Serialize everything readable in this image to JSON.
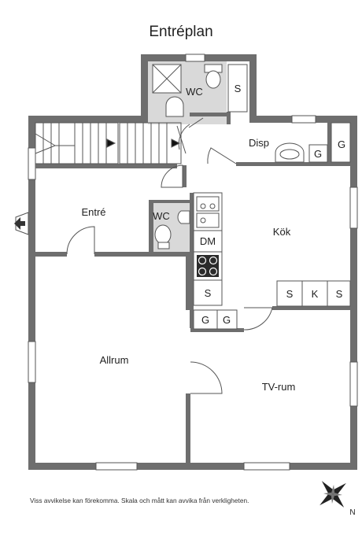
{
  "title": "Entréplan",
  "disclaimer": "Viss avvikelse kan förekomma. Skala och mått kan avvika från verkligheten.",
  "rooms": {
    "wc_upper": "WC",
    "storage_upper": "S",
    "disp": "Disp",
    "g_disp1": "G",
    "g_disp2": "G",
    "entre": "Entré",
    "wc_lower": "WC",
    "dm": "DM",
    "kok": "Kök",
    "s_kitchen_left": "S",
    "s_kitchen_right1": "S",
    "k_kitchen": "K",
    "s_kitchen_right2": "S",
    "g_kitchen1": "G",
    "g_kitchen2": "G",
    "allrum": "Allrum",
    "tvrum": "TV-rum"
  },
  "compass": {
    "north_label": "N"
  },
  "colors": {
    "wall": "#6e6e6e",
    "wet_floor": "#d9d9d9",
    "line": "#555555"
  }
}
